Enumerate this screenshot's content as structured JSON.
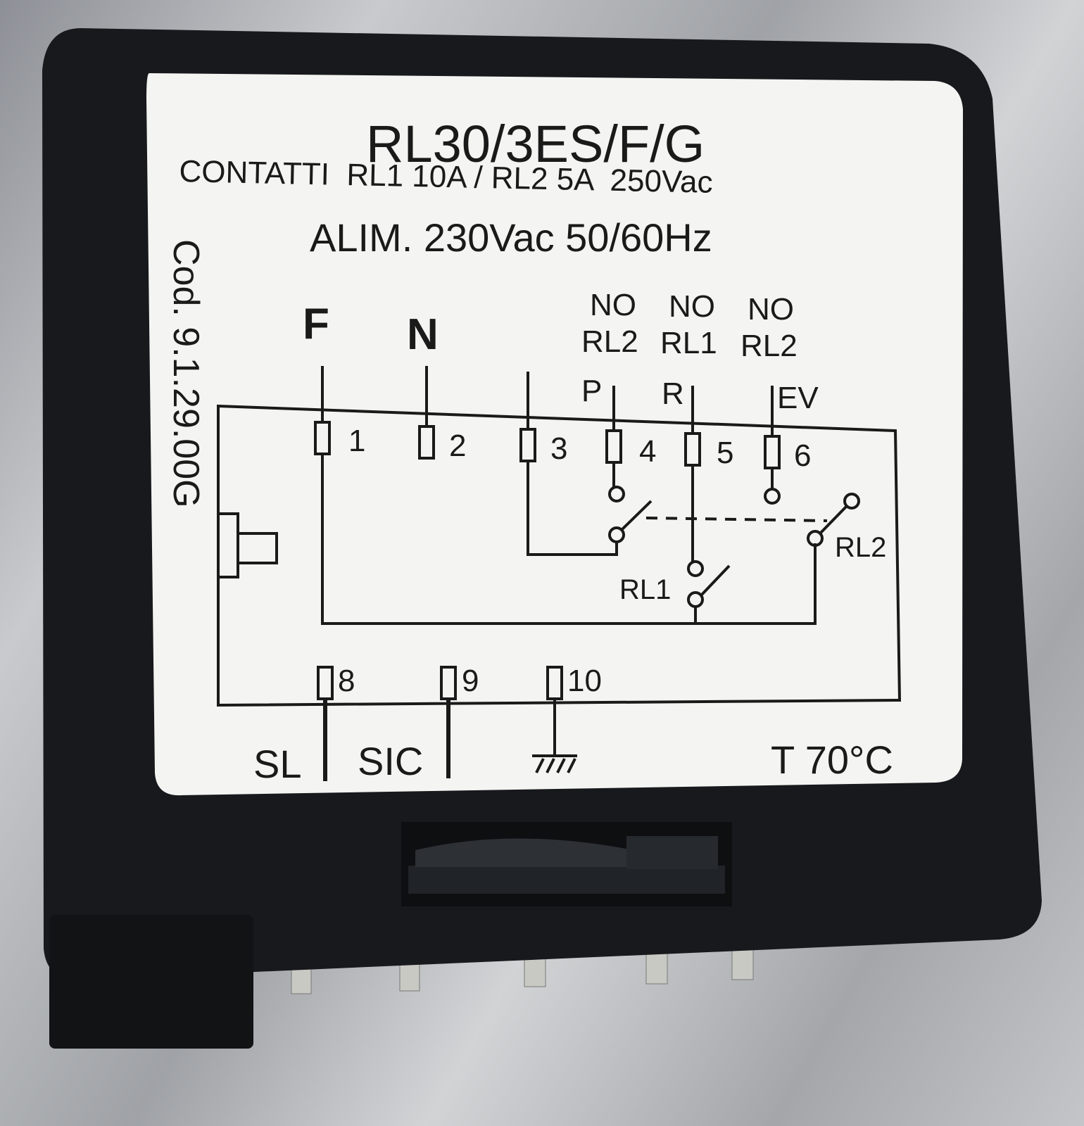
{
  "colors": {
    "housing": "#17191c",
    "label": "#f4f4f2",
    "ink": "#1a1a1a",
    "pin": "#c9c9c4"
  },
  "label": {
    "model": "RL30/3ES/F/G",
    "contacts": "CONTATTI  RL1 10A / RL2 5A  250Vac",
    "power": "ALIM. 230Vac 50/60Hz",
    "code": "Cod. 9.1.29.00G",
    "temperature": "T 70°C"
  },
  "diagram": {
    "top_letters": [
      "F",
      "N"
    ],
    "relay_headers": [
      {
        "contact": "NO",
        "relay": "RL2",
        "output": "P"
      },
      {
        "contact": "NO",
        "relay": "RL1",
        "output": "R"
      },
      {
        "contact": "NO",
        "relay": "RL2",
        "output": "EV"
      }
    ],
    "terminals_top": [
      "1",
      "2",
      "3",
      "4",
      "5",
      "6"
    ],
    "terminals_bottom": [
      "8",
      "9",
      "10"
    ],
    "relays": [
      "RL1",
      "RL2"
    ],
    "bottom_labels": [
      "SL",
      "SIC"
    ],
    "ground_icon": "ground-icon"
  }
}
